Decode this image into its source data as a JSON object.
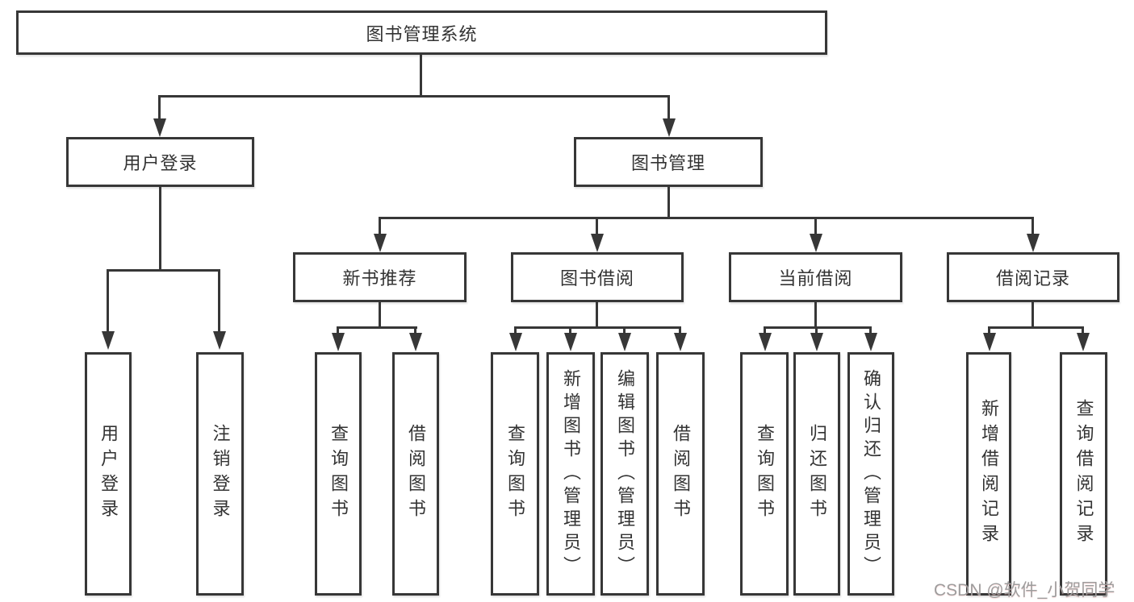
{
  "nodes": {
    "root": "图书管理系统",
    "user_login": "用户登录",
    "book_management": "图书管理",
    "new_book_recommend": "新书推荐",
    "book_borrowing": "图书借阅",
    "current_borrowing": "当前借阅",
    "borrowing_records": "借阅记录",
    "leaf_user_login": "用户登录",
    "leaf_logout": "注销登录",
    "leaf_nb_query_books": "查询图书",
    "leaf_nb_borrow_books": "借阅图书",
    "leaf_bb_query_books": "查询图书",
    "leaf_bb_add_books": "新增图书（管理员）",
    "leaf_bb_edit_books": "编辑图书（管理员）",
    "leaf_bb_borrow_books": "借阅图书",
    "leaf_cb_query_books": "查询图书",
    "leaf_cb_return_books": "归还图书",
    "leaf_cb_confirm_return": "确认归还（管理员）",
    "leaf_br_add_record": "新增借阅记录",
    "leaf_br_query_record": "查询借阅记录"
  },
  "watermark": "CSDN @软件_小贺同学",
  "colors": {
    "line": "#373737",
    "text": "#333333",
    "watermark": "#9d9d9d",
    "background": "#ffffff"
  }
}
